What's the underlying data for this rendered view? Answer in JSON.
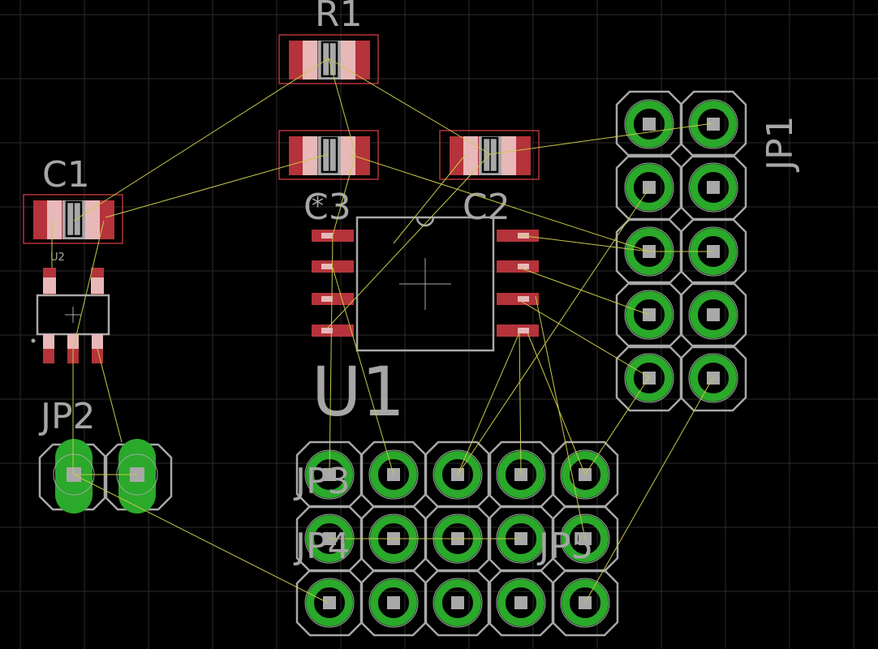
{
  "title": "",
  "colors": {
    "background": "#000000",
    "grid": "#2b2b2b",
    "silkscreen": "#a8a8a8",
    "pad_top": "#b5333a",
    "pad_highlight": "#e8b8b8",
    "via_ring": "#2aa92a",
    "ratsnest": "#c8c84a"
  },
  "labels": {
    "r1": "R1",
    "c1": "C1",
    "c3": "C3",
    "c2": "C2",
    "u2": "U2",
    "u1": "U1",
    "jp1": "JP1",
    "jp2": "JP2",
    "jp3": "JP3",
    "jp4": "JP4",
    "jp5": "JP5",
    "star": "*"
  }
}
